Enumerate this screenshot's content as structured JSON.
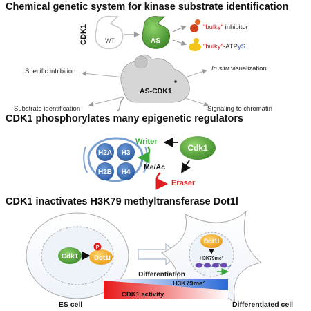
{
  "sections": {
    "s1_title": "Chemical genetic system for kinase substrate identification",
    "s2_title": "CDK1 phosphorylates many epigenetic regulators",
    "s3_title": "CDK1 inactivates H3K79 methyltransferase Dot1l"
  },
  "panel1": {
    "cdk1_label": "CDK1",
    "wt_label": "WT",
    "as_label": "AS",
    "bulky_word": "\"bulky\"",
    "inhibitor_text": " inhibitor",
    "atp_text": "-ATP",
    "gamma_s": "γS",
    "as_cdk1_label": "AS-CDK1",
    "outcomes": {
      "specific_inhibition": "Specific inhibition",
      "in_situ": "In situ",
      "visualization": " visualization",
      "substrate_identification": "Substrate identification",
      "signaling": "Signaling to chromatin"
    }
  },
  "panel2": {
    "histones": [
      "H2A",
      "H3",
      "H2B",
      "H4"
    ],
    "writer": "Writer",
    "eraser": "Eraser",
    "me_ac": "Me/Ac",
    "cdk1": "Cdk1"
  },
  "panel3": {
    "cdk1": "Cdk1",
    "phospho": "P",
    "dot1l": "Dot1l",
    "h3k79_nuc": "H3K79me²",
    "differentiation": "Differentiation",
    "h3k79_bar": "H3K79me²",
    "cdk1_activity": "CDK1 activity",
    "es_cell": "ES cell",
    "diff_cell": "Differentiated cell"
  },
  "colors": {
    "green": "#5a9e3a",
    "orange": "#f0a020",
    "blue": "#3a6cb0",
    "red": "#d42a2a",
    "writer_green": "#3aa63a",
    "eraser_red": "#e02020"
  }
}
